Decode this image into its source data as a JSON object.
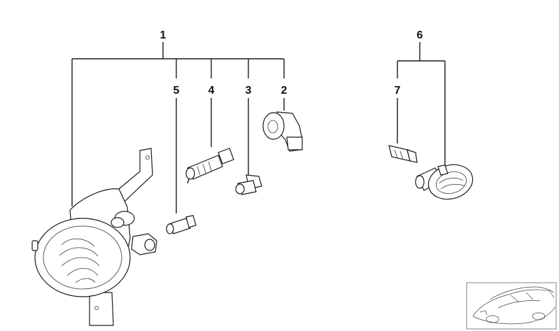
{
  "callouts": {
    "c1": "1",
    "c2": "2",
    "c3": "3",
    "c4": "4",
    "c5": "5",
    "c6": "6",
    "c7": "7"
  },
  "parts": [
    {
      "callout": "1",
      "icon": "fog-lamp-assembly-icon"
    },
    {
      "callout": "2",
      "icon": "bulb-socket-icon"
    },
    {
      "callout": "3",
      "icon": "wedge-bulb-socket-icon"
    },
    {
      "callout": "4",
      "icon": "halogen-bulb-icon"
    },
    {
      "callout": "5",
      "icon": "small-wedge-bulb-icon"
    },
    {
      "callout": "6",
      "icon": "side-indicator-lamp-icon"
    },
    {
      "callout": "7",
      "icon": "indicator-bulb-icon"
    }
  ],
  "thumbnail": {
    "icon": "vehicle-location-thumbnail-icon"
  }
}
